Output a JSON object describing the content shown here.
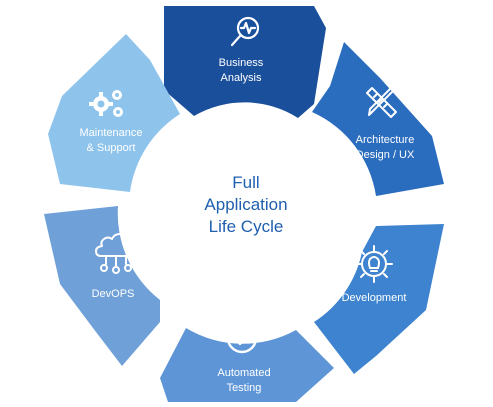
{
  "center": {
    "lines": [
      "Full",
      "Application",
      "Life Cycle"
    ]
  },
  "segments": [
    {
      "id": "business-analysis",
      "lines": [
        "Business",
        "Analysis"
      ],
      "icon": "magnifier-pulse-icon",
      "color": "#1a4f9c"
    },
    {
      "id": "architecture",
      "lines": [
        "Architecture",
        "Design / UX"
      ],
      "icon": "ruler-pencil-icon",
      "color": "#2a6cbd"
    },
    {
      "id": "development",
      "lines": [
        "Development"
      ],
      "icon": "gear-lightbulb-icon",
      "color": "#3d83cf"
    },
    {
      "id": "automated-testing",
      "lines": [
        "Automated",
        "Testing"
      ],
      "icon": "checkmark-circle-icon",
      "color": "#5e95d6"
    },
    {
      "id": "devops",
      "lines": [
        "DevOPS"
      ],
      "icon": "cloud-network-icon",
      "color": "#6fa0d8"
    },
    {
      "id": "maintenance",
      "lines": [
        "Maintenance",
        "& Support"
      ],
      "icon": "gears-icon",
      "color": "#8ec3ec"
    }
  ]
}
